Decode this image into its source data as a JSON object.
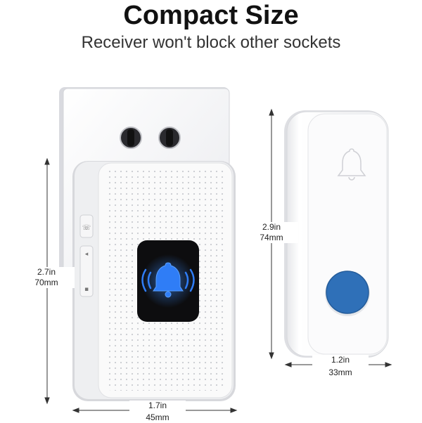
{
  "header": {
    "title": "Compact Size",
    "subtitle": "Receiver won't block other sockets"
  },
  "dimensions": {
    "receiver_height": {
      "imperial": "2.7in",
      "metric": "70mm"
    },
    "receiver_width": {
      "imperial": "1.7in",
      "metric": "45mm"
    },
    "button_height": {
      "imperial": "2.9in",
      "metric": "74mm"
    },
    "button_width": {
      "imperial": "1.2in",
      "metric": "33mm"
    }
  },
  "colors": {
    "bell_glow": "#2f7df6",
    "push_button": "#2f70b8",
    "device_body": "#f7f7f8",
    "screen": "#0d0d0f"
  },
  "icons": [
    "bell-icon",
    "bell-outline-icon",
    "ring-volume-icon",
    "volume-icon"
  ]
}
